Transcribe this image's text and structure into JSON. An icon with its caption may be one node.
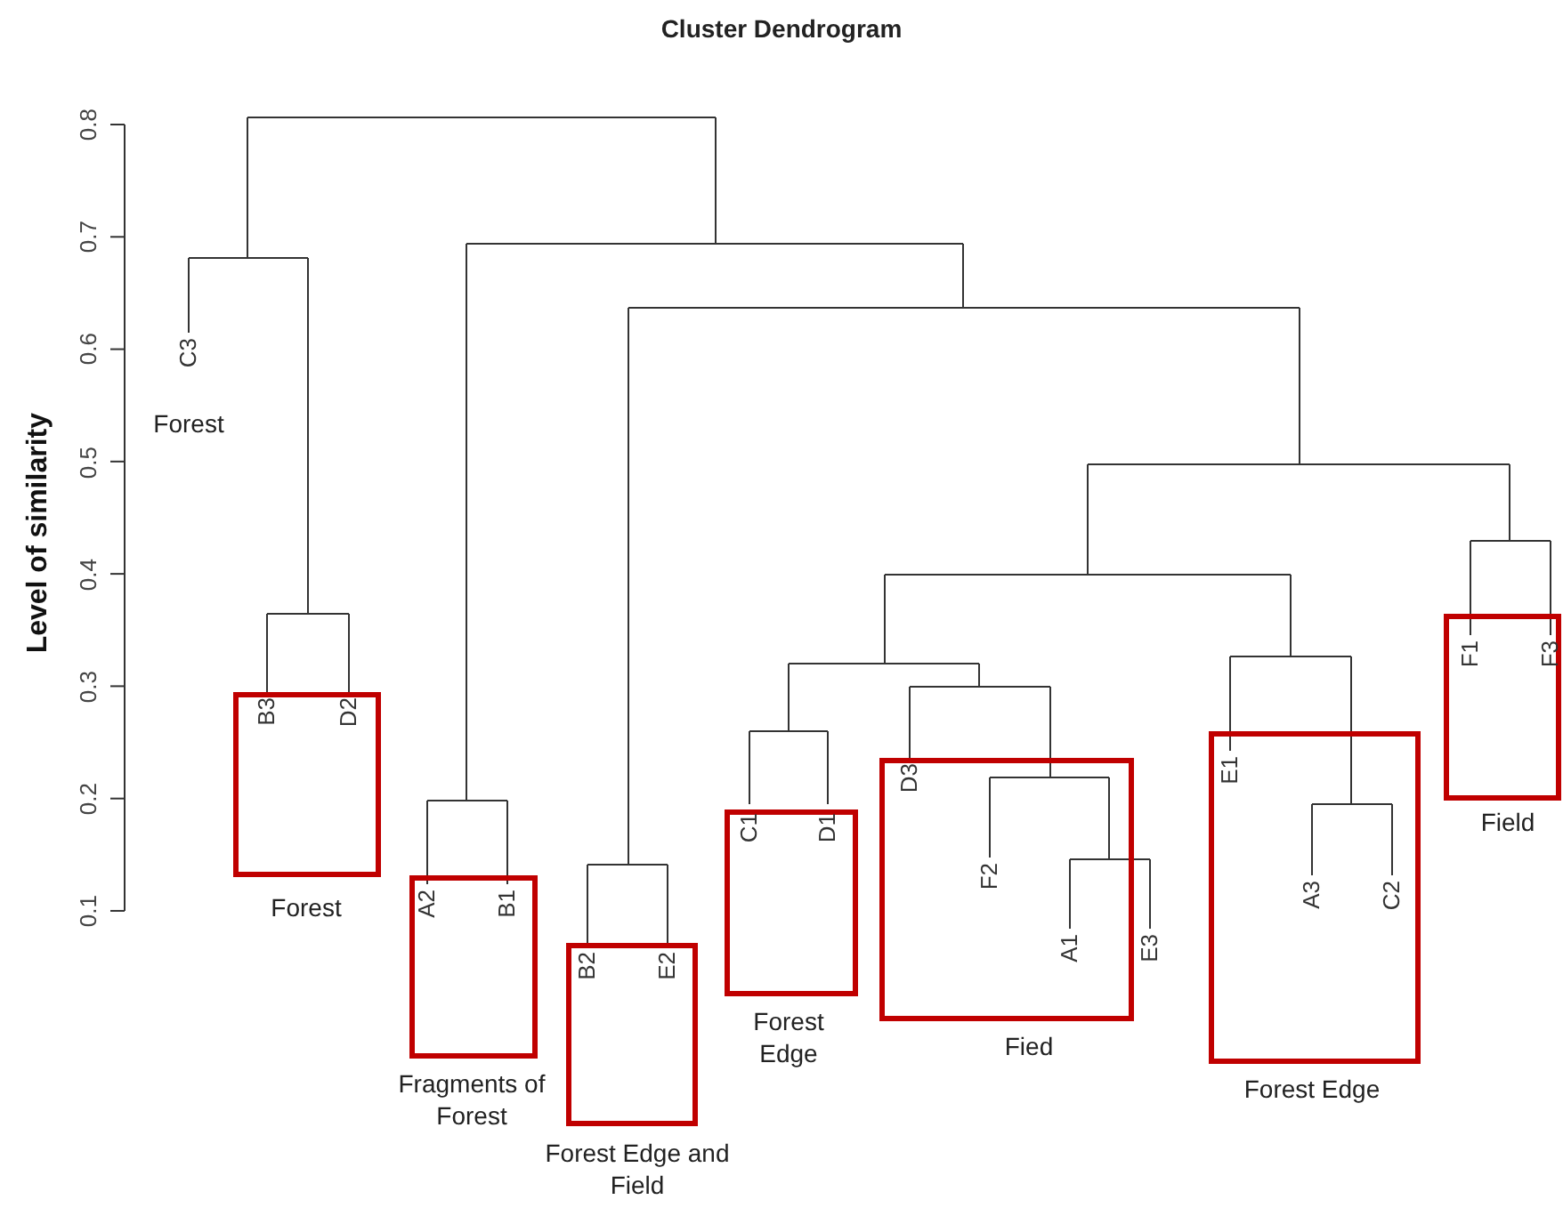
{
  "diagram": {
    "title": "Cluster Dendrogram",
    "nodes": [
      {
        "text": [
          "B3",
          "D2",
          "Forest"
        ]
      },
      {
        "text": [
          "A2",
          "B1",
          "Fragments of Forest"
        ]
      },
      {
        "text": [
          "B2",
          "E2",
          "Forest Edge and Field"
        ]
      },
      {
        "text": [
          "C1",
          "D1",
          "Forest Edge"
        ]
      },
      {
        "text": [
          "D3",
          "F2",
          "A1",
          "E3",
          "Fied"
        ]
      },
      {
        "text": [
          "E1",
          "A3",
          "C2",
          "Forest Edge"
        ]
      },
      {
        "text": [
          "F1",
          "F3",
          "Field"
        ]
      }
    ],
    "labels": [
      "Level of similarity",
      "0.8",
      "0.7",
      "0.6",
      "0.5",
      "0.4",
      "0.3",
      "0.2",
      "0.1",
      "C3",
      "Forest"
    ]
  }
}
